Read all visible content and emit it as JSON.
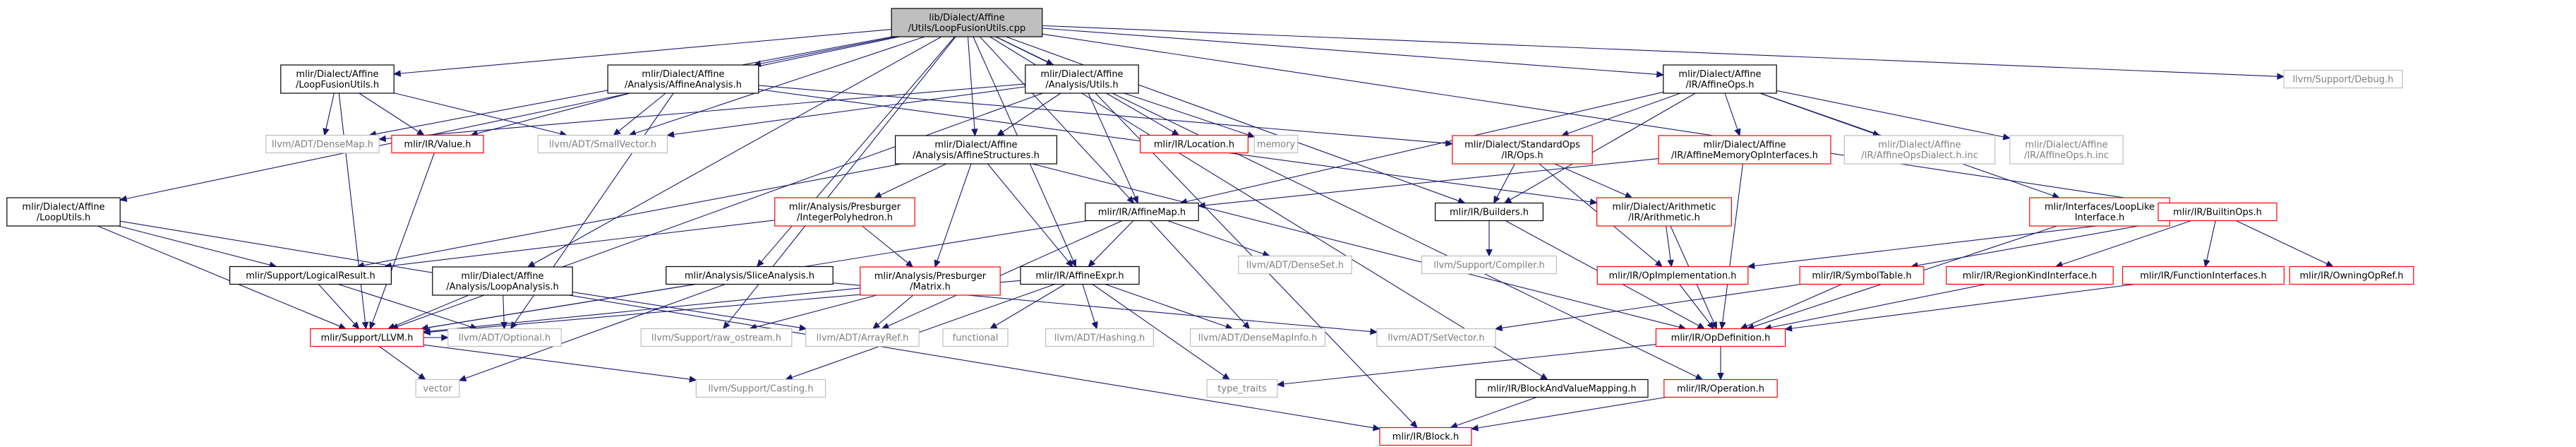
{
  "graph": {
    "nodes": [
      {
        "id": "root",
        "lines": [
          "lib/Dialect/Affine",
          "/Utils/LoopFusionUtils.cpp"
        ],
        "style": "root"
      },
      {
        "id": "loopfusionutils_h",
        "lines": [
          "mlir/Dialect/Affine",
          "/LoopFusionUtils.h"
        ],
        "style": "black"
      },
      {
        "id": "affineanalysis_h",
        "lines": [
          "mlir/Dialect/Affine",
          "/Analysis/AffineAnalysis.h"
        ],
        "style": "black"
      },
      {
        "id": "analysis_utils_h",
        "lines": [
          "mlir/Dialect/Affine",
          "/Analysis/Utils.h"
        ],
        "style": "black"
      },
      {
        "id": "affineops_h",
        "lines": [
          "mlir/Dialect/Affine",
          "/IR/AffineOps.h"
        ],
        "style": "black"
      },
      {
        "id": "debug_h",
        "lines": [
          "llvm/Support/Debug.h"
        ],
        "style": "grey"
      },
      {
        "id": "loputils_h",
        "lines": [
          "mlir/Dialect/Affine",
          "/LoopUtils.h"
        ],
        "style": "black"
      },
      {
        "id": "densemap_h",
        "lines": [
          "llvm/ADT/DenseMap.h"
        ],
        "style": "grey"
      },
      {
        "id": "value_h",
        "lines": [
          "mlir/IR/Value.h"
        ],
        "style": "red"
      },
      {
        "id": "smallvector_h",
        "lines": [
          "llvm/ADT/SmallVector.h"
        ],
        "style": "grey"
      },
      {
        "id": "location_h",
        "lines": [
          "mlir/IR/Location.h"
        ],
        "style": "red"
      },
      {
        "id": "memory",
        "lines": [
          "memory"
        ],
        "style": "grey"
      },
      {
        "id": "ops_h",
        "lines": [
          "mlir/Dialect/StandardOps",
          "/IR/Ops.h"
        ],
        "style": "red"
      },
      {
        "id": "affinememopinterfaces_h",
        "lines": [
          "mlir/Dialect/Affine",
          "/IR/AffineMemoryOpInterfaces.h"
        ],
        "style": "red"
      },
      {
        "id": "affineopsdialect_inc",
        "lines": [
          "mlir/Dialect/Affine",
          "/IR/AffineOpsDialect.h.inc"
        ],
        "style": "grey"
      },
      {
        "id": "affineops_inc",
        "lines": [
          "mlir/Dialect/Affine",
          "/IR/AffineOps.h.inc"
        ],
        "style": "grey"
      },
      {
        "id": "affinestructures_h",
        "lines": [
          "mlir/Dialect/Affine",
          "/Analysis/AffineStructures.h"
        ],
        "style": "black"
      },
      {
        "id": "looplikeinterface_h",
        "lines": [
          "mlir/Interfaces/LoopLike",
          "Interface.h"
        ],
        "style": "red"
      },
      {
        "id": "builtinops_h",
        "lines": [
          "mlir/IR/BuiltinOps.h"
        ],
        "style": "red"
      },
      {
        "id": "arithmetic_h",
        "lines": [
          "mlir/Dialect/Arithmetic",
          "/IR/Arithmetic.h"
        ],
        "style": "red"
      },
      {
        "id": "builders_h",
        "lines": [
          "mlir/IR/Builders.h"
        ],
        "style": "black"
      },
      {
        "id": "affinemap_h",
        "lines": [
          "mlir/IR/AffineMap.h"
        ],
        "style": "black"
      },
      {
        "id": "integerpolyhedron_h",
        "lines": [
          "mlir/Analysis/Presburger",
          "/IntegerPolyhedron.h"
        ],
        "style": "red"
      },
      {
        "id": "denseset_h",
        "lines": [
          "llvm/ADT/DenseSet.h"
        ],
        "style": "grey"
      },
      {
        "id": "compiler_h",
        "lines": [
          "llvm/Support/Compiler.h"
        ],
        "style": "grey"
      },
      {
        "id": "logicalresult_h",
        "lines": [
          "mlir/Support/LogicalResult.h"
        ],
        "style": "black"
      },
      {
        "id": "loopanalysis_h",
        "lines": [
          "mlir/Dialect/Affine",
          "/Analysis/LoopAnalysis.h"
        ],
        "style": "black"
      },
      {
        "id": "sliceanalysis_h",
        "lines": [
          "mlir/Analysis/SliceAnalysis.h"
        ],
        "style": "black"
      },
      {
        "id": "matrix_h",
        "lines": [
          "mlir/Analysis/Presburger",
          "/Matrix.h"
        ],
        "style": "red"
      },
      {
        "id": "affineexpr_h",
        "lines": [
          "mlir/IR/AffineExpr.h"
        ],
        "style": "black"
      },
      {
        "id": "opimplementation_h",
        "lines": [
          "mlir/IR/OpImplementation.h"
        ],
        "style": "red"
      },
      {
        "id": "symboltable_h",
        "lines": [
          "mlir/IR/SymbolTable.h"
        ],
        "style": "red"
      },
      {
        "id": "regionkindinterface_h",
        "lines": [
          "mlir/IR/RegionKindInterface.h"
        ],
        "style": "red"
      },
      {
        "id": "functioninterfaces_h",
        "lines": [
          "mlir/IR/FunctionInterfaces.h"
        ],
        "style": "red"
      },
      {
        "id": "owningopref_h",
        "lines": [
          "mlir/IR/OwningOpRef.h"
        ],
        "style": "red"
      },
      {
        "id": "llvm_h",
        "lines": [
          "mlir/Support/LLVM.h"
        ],
        "style": "red"
      },
      {
        "id": "optional_h",
        "lines": [
          "llvm/ADT/Optional.h"
        ],
        "style": "grey"
      },
      {
        "id": "raw_ostream_h",
        "lines": [
          "llvm/Support/raw_ostream.h"
        ],
        "style": "grey"
      },
      {
        "id": "arrayref_h",
        "lines": [
          "llvm/ADT/ArrayRef.h"
        ],
        "style": "grey"
      },
      {
        "id": "functional",
        "lines": [
          "functional"
        ],
        "style": "grey"
      },
      {
        "id": "hashing_h",
        "lines": [
          "llvm/ADT/Hashing.h"
        ],
        "style": "grey"
      },
      {
        "id": "densemapinfo_h",
        "lines": [
          "llvm/ADT/DenseMapInfo.h"
        ],
        "style": "grey"
      },
      {
        "id": "setvector_h",
        "lines": [
          "llvm/ADT/SetVector.h"
        ],
        "style": "grey"
      },
      {
        "id": "opdefinition_h",
        "lines": [
          "mlir/IR/OpDefinition.h"
        ],
        "style": "red"
      },
      {
        "id": "vector",
        "lines": [
          "vector"
        ],
        "style": "grey"
      },
      {
        "id": "casting_h",
        "lines": [
          "llvm/Support/Casting.h"
        ],
        "style": "grey"
      },
      {
        "id": "type_traits",
        "lines": [
          "type_traits"
        ],
        "style": "grey"
      },
      {
        "id": "blockandvaluemapping_h",
        "lines": [
          "mlir/IR/BlockAndValueMapping.h"
        ],
        "style": "black"
      },
      {
        "id": "operation_h",
        "lines": [
          "mlir/IR/Operation.h"
        ],
        "style": "red"
      },
      {
        "id": "block_h",
        "lines": [
          "mlir/IR/Block.h"
        ],
        "style": "red"
      }
    ],
    "edges": [
      [
        "root",
        "loopfusionutils_h"
      ],
      [
        "root",
        "affineanalysis_h"
      ],
      [
        "root",
        "analysis_utils_h"
      ],
      [
        "root",
        "affineops_h"
      ],
      [
        "root",
        "debug_h"
      ],
      [
        "root",
        "loputils_h"
      ],
      [
        "root",
        "densemap_h"
      ],
      [
        "root",
        "smallvector_h"
      ],
      [
        "root",
        "affinestructures_h"
      ],
      [
        "root",
        "builtinops_h"
      ],
      [
        "root",
        "builders_h"
      ],
      [
        "root",
        "affinemap_h"
      ],
      [
        "root",
        "sliceanalysis_h"
      ],
      [
        "root",
        "loopanalysis_h"
      ],
      [
        "root",
        "affineexpr_h"
      ],
      [
        "root",
        "raw_ostream_h"
      ],
      [
        "root",
        "operation_h"
      ],
      [
        "root",
        "blockandvaluemapping_h"
      ],
      [
        "loopfusionutils_h",
        "densemap_h"
      ],
      [
        "loopfusionutils_h",
        "value_h"
      ],
      [
        "loopfusionutils_h",
        "smallvector_h"
      ],
      [
        "loopfusionutils_h",
        "llvm_h"
      ],
      [
        "affineanalysis_h",
        "value_h"
      ],
      [
        "affineanalysis_h",
        "smallvector_h"
      ],
      [
        "affineanalysis_h",
        "ops_h"
      ],
      [
        "affineanalysis_h",
        "optional_h"
      ],
      [
        "affineanalysis_h",
        "arithmetic_h"
      ],
      [
        "analysis_utils_h",
        "smallvector_h"
      ],
      [
        "analysis_utils_h",
        "location_h"
      ],
      [
        "analysis_utils_h",
        "memory"
      ],
      [
        "analysis_utils_h",
        "affinestructures_h"
      ],
      [
        "analysis_utils_h",
        "affinemap_h"
      ],
      [
        "analysis_utils_h",
        "block_h"
      ],
      [
        "analysis_utils_h",
        "llvm_h"
      ],
      [
        "analysis_utils_h",
        "densemap_h"
      ],
      [
        "affineops_h",
        "ops_h"
      ],
      [
        "affineops_h",
        "affinememopinterfaces_h"
      ],
      [
        "affineops_h",
        "affineopsdialect_inc"
      ],
      [
        "affineops_h",
        "affineops_inc"
      ],
      [
        "affineops_h",
        "looplikeinterface_h"
      ],
      [
        "affineops_h",
        "builders_h"
      ],
      [
        "affineops_h",
        "affinemap_h"
      ],
      [
        "loputils_h",
        "logicalresult_h"
      ],
      [
        "loputils_h",
        "llvm_h"
      ],
      [
        "loputils_h",
        "block_h"
      ],
      [
        "value_h",
        "llvm_h"
      ],
      [
        "ops_h",
        "builders_h"
      ],
      [
        "ops_h",
        "opimplementation_h"
      ],
      [
        "ops_h",
        "arithmetic_h"
      ],
      [
        "affinememopinterfaces_h",
        "affinemap_h"
      ],
      [
        "affinememopinterfaces_h",
        "opdefinition_h"
      ],
      [
        "affinestructures_h",
        "integerpolyhedron_h"
      ],
      [
        "affinestructures_h",
        "matrix_h"
      ],
      [
        "affinestructures_h",
        "affineexpr_h"
      ],
      [
        "affinestructures_h",
        "logicalresult_h"
      ],
      [
        "affinestructures_h",
        "opdefinition_h"
      ],
      [
        "looplikeinterface_h",
        "opdefinition_h"
      ],
      [
        "builtinops_h",
        "opimplementation_h"
      ],
      [
        "builtinops_h",
        "symboltable_h"
      ],
      [
        "builtinops_h",
        "regionkindinterface_h"
      ],
      [
        "builtinops_h",
        "functioninterfaces_h"
      ],
      [
        "builtinops_h",
        "owningopref_h"
      ],
      [
        "arithmetic_h",
        "opimplementation_h"
      ],
      [
        "arithmetic_h",
        "opdefinition_h"
      ],
      [
        "builders_h",
        "compiler_h"
      ],
      [
        "builders_h",
        "opdefinition_h"
      ],
      [
        "affinemap_h",
        "affineexpr_h"
      ],
      [
        "affinemap_h",
        "denseset_h"
      ],
      [
        "affinemap_h",
        "densemapinfo_h"
      ],
      [
        "affinemap_h",
        "arrayref_h"
      ],
      [
        "affinemap_h",
        "llvm_h"
      ],
      [
        "integerpolyhedron_h",
        "matrix_h"
      ],
      [
        "integerpolyhedron_h",
        "logicalresult_h"
      ],
      [
        "logicalresult_h",
        "llvm_h"
      ],
      [
        "logicalresult_h",
        "optional_h"
      ],
      [
        "loopanalysis_h",
        "optional_h"
      ],
      [
        "loopanalysis_h",
        "llvm_h"
      ],
      [
        "loopanalysis_h",
        "arrayref_h"
      ],
      [
        "sliceanalysis_h",
        "setvector_h"
      ],
      [
        "sliceanalysis_h",
        "vector"
      ],
      [
        "sliceanalysis_h",
        "llvm_h"
      ],
      [
        "matrix_h",
        "arrayref_h"
      ],
      [
        "matrix_h",
        "raw_ostream_h"
      ],
      [
        "matrix_h",
        "llvm_h"
      ],
      [
        "affineexpr_h",
        "functional"
      ],
      [
        "affineexpr_h",
        "hashing_h"
      ],
      [
        "affineexpr_h",
        "densemapinfo_h"
      ],
      [
        "affineexpr_h",
        "type_traits"
      ],
      [
        "affineexpr_h",
        "casting_h"
      ],
      [
        "affineexpr_h",
        "llvm_h"
      ],
      [
        "opimplementation_h",
        "opdefinition_h"
      ],
      [
        "symboltable_h",
        "opdefinition_h"
      ],
      [
        "symboltable_h",
        "setvector_h"
      ],
      [
        "regionkindinterface_h",
        "opdefinition_h"
      ],
      [
        "functioninterfaces_h",
        "opdefinition_h"
      ],
      [
        "llvm_h",
        "casting_h"
      ],
      [
        "llvm_h",
        "vector"
      ],
      [
        "llvm_h",
        "optional_h"
      ],
      [
        "opdefinition_h",
        "operation_h"
      ],
      [
        "opdefinition_h",
        "type_traits"
      ],
      [
        "blockandvaluemapping_h",
        "block_h"
      ],
      [
        "operation_h",
        "block_h"
      ]
    ]
  }
}
